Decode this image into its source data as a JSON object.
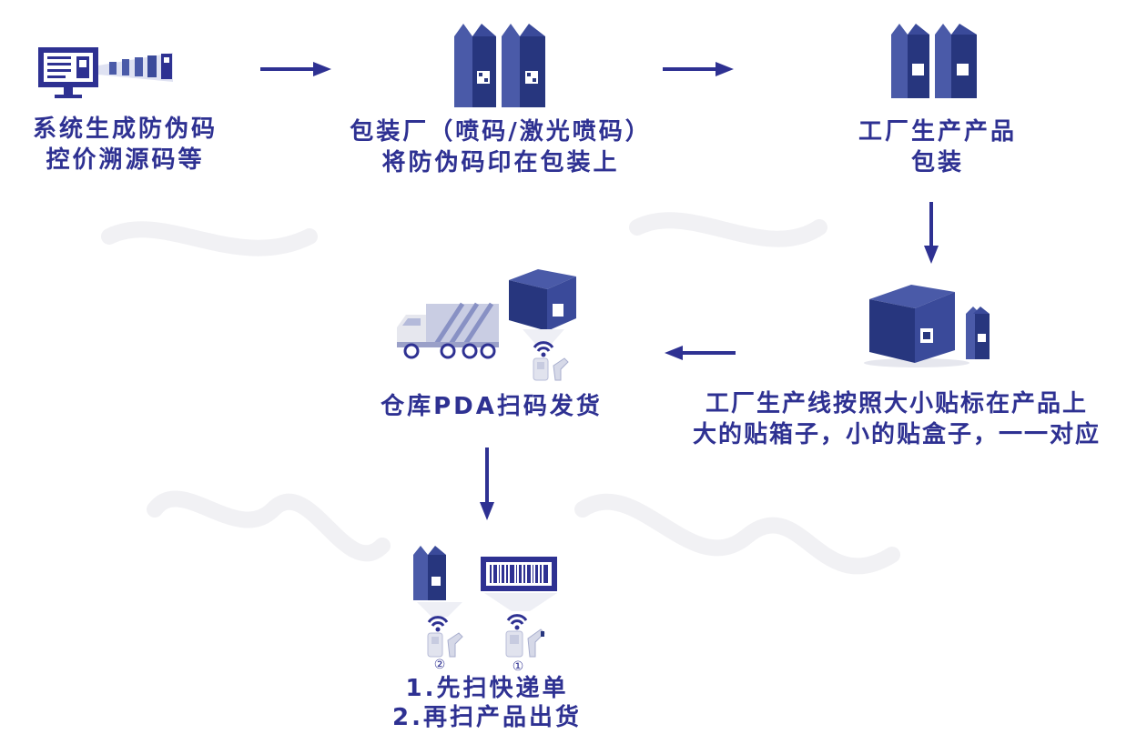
{
  "steps": {
    "step1": {
      "line1": "系统生成防伪码",
      "line2": "控价溯源码等"
    },
    "step2": {
      "line1": "包装厂（喷码/激光喷码）",
      "line2": "将防伪码印在包装上"
    },
    "step3": {
      "line1": "工厂生产产品",
      "line2": "包装"
    },
    "step4": {
      "line1": "工厂生产线按照大小贴标在产品上",
      "line2": "大的贴箱子，小的贴盒子，一一对应"
    },
    "step5": {
      "line1": "仓库PDA扫码发货"
    },
    "step6": {
      "line1": "1.先扫快递单",
      "line2": "2.再扫产品出货"
    }
  },
  "scanner_marks": {
    "first": "①",
    "second": "②"
  },
  "colors": {
    "primary": "#2e3192",
    "box_dark": "#27367e",
    "box_light": "#4a5aa8",
    "arrow": "#2e3192"
  },
  "icons": [
    "computer-monitor-icon",
    "package-boxes-icon",
    "product-boxes-icon",
    "shipping-box-icon",
    "delivery-truck-icon",
    "barcode-scanner-icon",
    "barcode-label-icon"
  ]
}
